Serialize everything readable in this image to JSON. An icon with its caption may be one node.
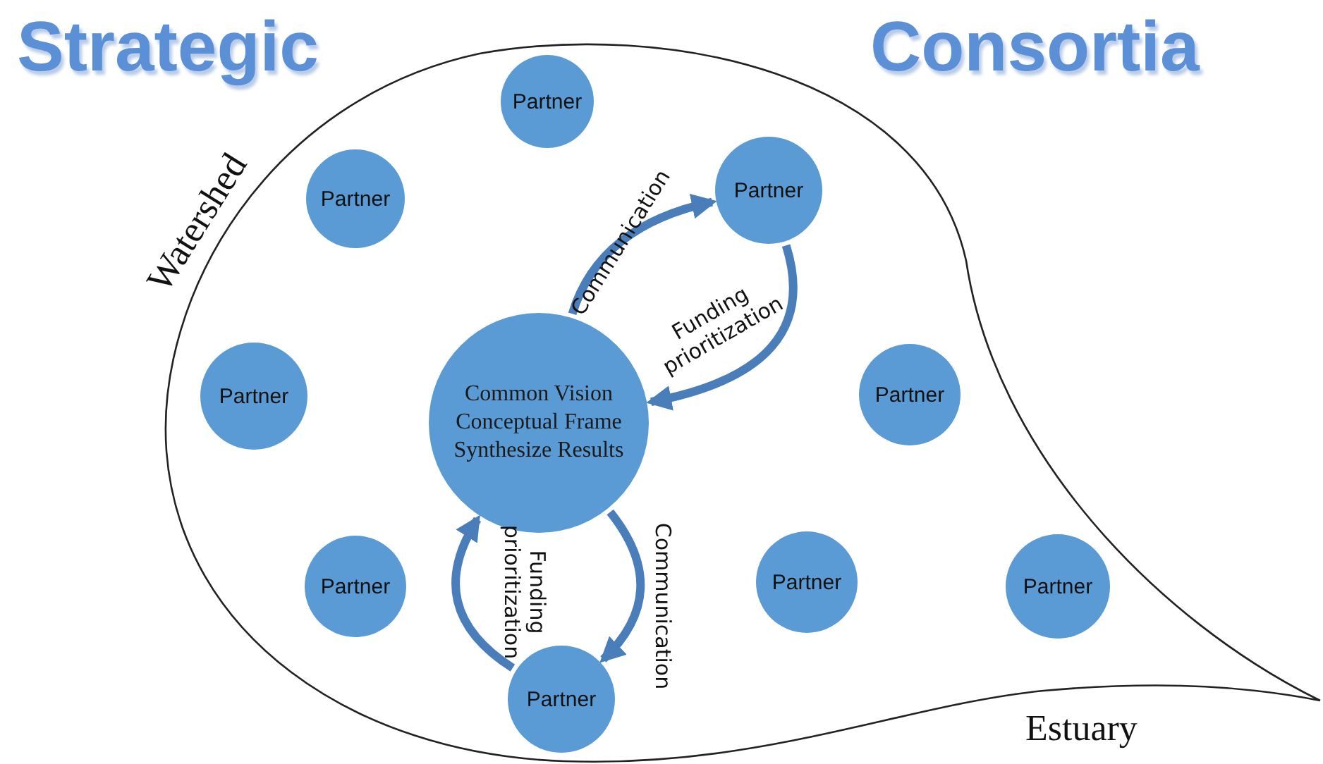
{
  "diagram": {
    "nodes": [
      {
        "text": [
          "Partner"
        ]
      },
      {
        "text": [
          "Partner"
        ]
      },
      {
        "text": [
          "Partner"
        ]
      },
      {
        "text": [
          "Partner"
        ]
      },
      {
        "text": [
          "Common Vision",
          "Conceptual Frame",
          "Synthesize Results"
        ]
      },
      {
        "text": [
          "Partner"
        ]
      },
      {
        "text": [
          "Partner"
        ]
      },
      {
        "text": [
          "Partner"
        ]
      },
      {
        "text": [
          "Partner"
        ]
      },
      {
        "text": [
          "Partner"
        ]
      }
    ],
    "edges": [
      {
        "from": 4,
        "to": 2,
        "arrow": "to",
        "label": "Communication"
      },
      {
        "from": 2,
        "to": 4,
        "arrow": "to",
        "label": "Funding prioritization"
      },
      {
        "from": 4,
        "to": 9,
        "arrow": "to",
        "label": "Communication"
      },
      {
        "from": 9,
        "to": 4,
        "arrow": "to",
        "label": "Funding prioritization"
      }
    ],
    "labels": [
      "Strategic",
      "Consortia",
      "Watershed",
      "Estuary"
    ]
  }
}
